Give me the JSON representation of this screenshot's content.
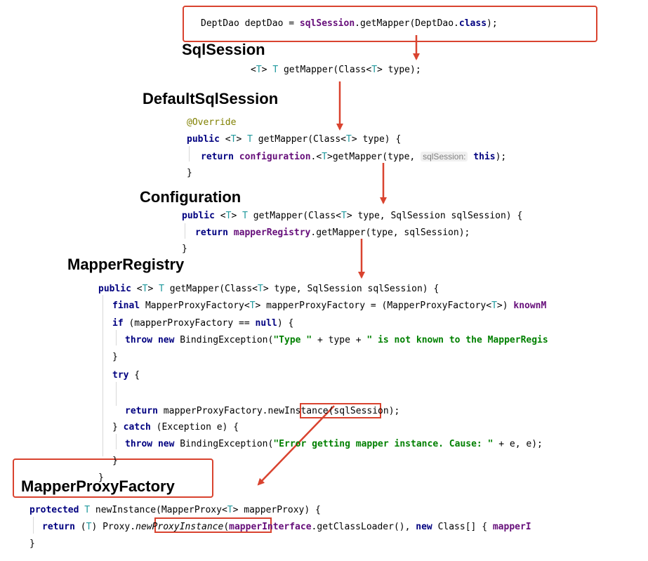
{
  "colors": {
    "accent": "#d9432f",
    "keyword": "#000080",
    "field": "#660e7a",
    "string": "#008000",
    "type_param": "#20999d",
    "annotation": "#808000",
    "hint": "#808080"
  },
  "top": {
    "l1": "DeptDao deptDao = ",
    "l2": "sqlSession",
    "l3": ".getMapper(DeptDao.",
    "l4": "class",
    "l5": ");"
  },
  "sqlsession": {
    "title": "SqlSession",
    "a": "<",
    "t1": "T",
    "b": "> ",
    "t2": "T",
    "c": " getMapper(Class<",
    "t3": "T",
    "d": "> type);"
  },
  "defaultsqlsession": {
    "title": "DefaultSqlSession",
    "annotation": "@Override",
    "kw_public": "public",
    "s1": " <",
    "t1": "T",
    "s2": "> ",
    "t2": "T",
    "s3": " getMapper(Class<",
    "t3": "T",
    "s4": "> type) {",
    "kw_return": "return",
    "s5": " ",
    "field": "configuration",
    "s6": ".<",
    "t4": "T",
    "s7": ">getMapper(type, ",
    "hint": "sqlSession:",
    "s8": " ",
    "kw_this": "this",
    "s9": ");",
    "close": "}"
  },
  "configuration": {
    "title": "Configuration",
    "kw_public": "public",
    "s1": " <",
    "t1": "T",
    "s2": "> ",
    "t2": "T",
    "s3": " getMapper(Class<",
    "t3": "T",
    "s4": "> type, SqlSession sqlSession) {",
    "kw_return": "return",
    "s5": " ",
    "field": "mapperRegistry",
    "s6": ".getMapper(type, sqlSession);",
    "close": "}"
  },
  "mapperregistry": {
    "title": "MapperRegistry",
    "l1": {
      "kw": "public",
      "a": " <",
      "t1": "T",
      "b": "> ",
      "t2": "T",
      "c": " getMapper(Class<",
      "t3": "T",
      "d": "> type, SqlSession sqlSession) {"
    },
    "l2": {
      "kw": "final",
      "a": " MapperProxyFactory<",
      "t1": "T",
      "b": "> mapperProxyFactory = (MapperProxyFactory<",
      "t2": "T",
      "c": ">) ",
      "fld": "knownM"
    },
    "l3": {
      "kw": "if",
      "a": " (mapperProxyFactory == ",
      "kw2": "null",
      "b": ") {"
    },
    "l4": {
      "kw": "throw new",
      "a": " BindingException(",
      "str1": "\"Type \"",
      "b": " + type + ",
      "str2": "\" is not known to the MapperRegis"
    },
    "l5": "}",
    "l6": {
      "kw": "try",
      "a": " {"
    },
    "l7": {
      "kw": "return",
      "a": " mapperProxyFactory.",
      "b": "newInstance",
      "c": "(sqlSession);"
    },
    "l8": {
      "a": "} ",
      "kw": "catch",
      "b": " (Exception e) {"
    },
    "l9": {
      "kw": "throw new",
      "a": " BindingException(",
      "str": "\"Error getting mapper instance. Cause: \"",
      "b": " + e, e);"
    },
    "l10": "}",
    "l11": "}"
  },
  "mapperproxyfactory": {
    "title": "MapperProxyFactory",
    "l1": {
      "kw": "protected",
      "a": " ",
      "t1": "T",
      "b": " newInstance(MapperProxy<",
      "t2": "T",
      "c": "> mapperProxy) {"
    },
    "l2": {
      "kw": "return",
      "a": " (",
      "t1": "T",
      "b": ") Proxy.",
      "itl": "newProxyInstance",
      "c": "(",
      "fld": "mapperInterface",
      "d": ".getClassLoader(), ",
      "kw2": "new",
      "e": " Class[] { ",
      "fld2": "mapperI"
    },
    "l3": "}"
  }
}
